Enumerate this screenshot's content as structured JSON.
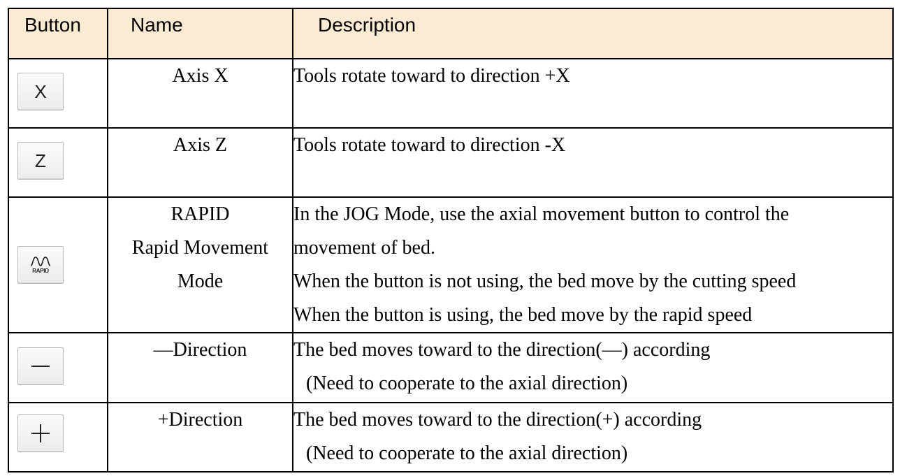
{
  "header": {
    "button": "Button",
    "name": "Name",
    "description": "Description"
  },
  "rows": [
    {
      "key_label": "X",
      "key_icon": "x-key",
      "name_lines": [
        "Axis X"
      ],
      "desc_lines": [
        "Tools rotate toward to direction +X"
      ]
    },
    {
      "key_label": "Z",
      "key_icon": "z-key",
      "name_lines": [
        "Axis Z"
      ],
      "desc_lines": [
        "Tools rotate toward to direction -X"
      ]
    },
    {
      "key_label": "RAPID",
      "key_icon": "rapid-wave-icon",
      "name_lines": [
        "RAPID",
        "Rapid Movement",
        "Mode"
      ],
      "desc_lines": [
        "In the JOG Mode, use the axial movement button to control the",
        "movement of bed.",
        "When the button is not using, the bed move by the cutting speed",
        "When the button is using, the bed move by the rapid speed"
      ]
    },
    {
      "key_label": "",
      "key_icon": "minus-icon",
      "name_lines": [
        "—Direction"
      ],
      "desc_lines": [
        "The bed moves toward to the direction(—) according",
        "(Need to cooperate to the axial direction)"
      ]
    },
    {
      "key_label": "",
      "key_icon": "plus-icon",
      "name_lines": [
        "+Direction"
      ],
      "desc_lines": [
        "The bed moves toward to the direction(+) according",
        "(Need to cooperate to the axial direction)"
      ]
    }
  ]
}
